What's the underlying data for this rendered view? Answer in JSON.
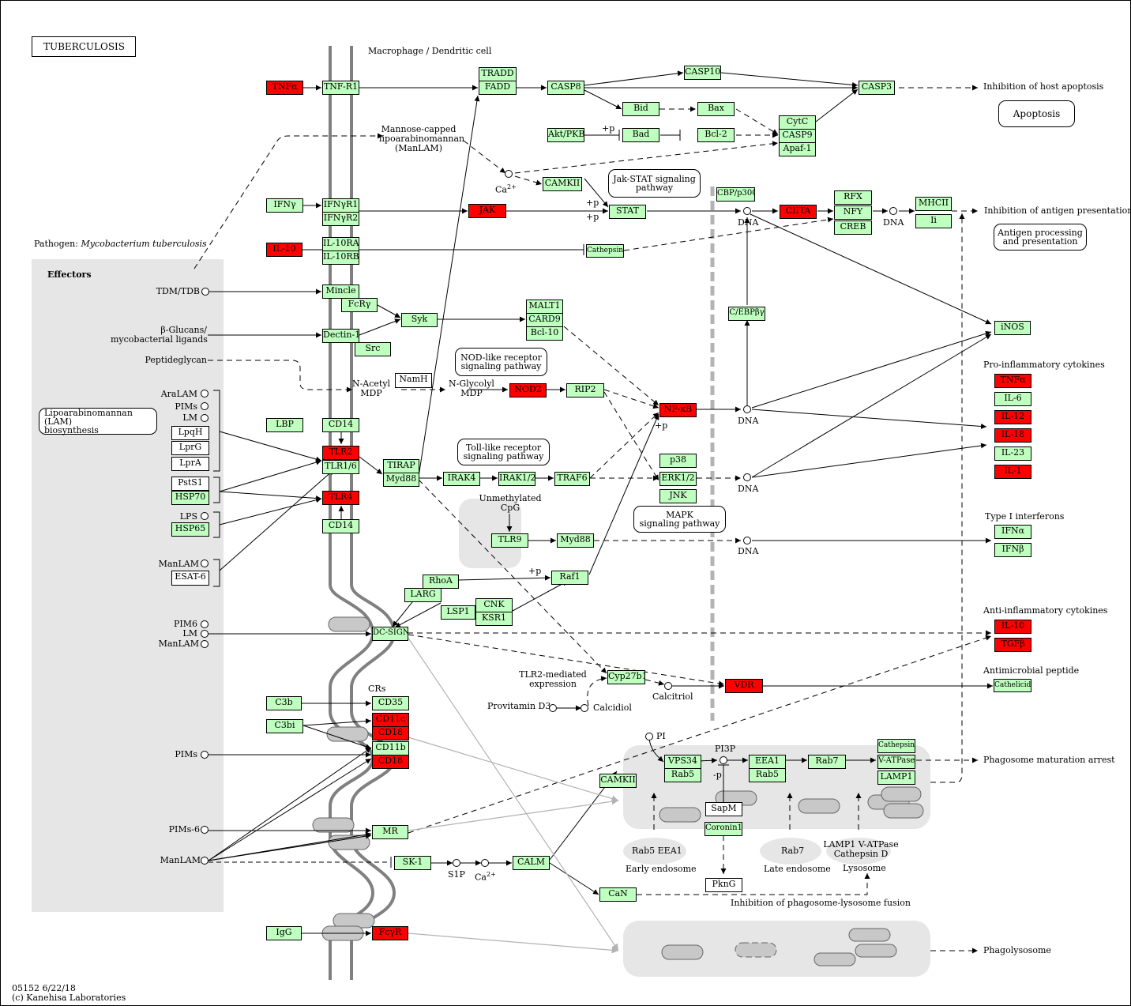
{
  "title": "TUBERCULOSIS",
  "footer": {
    "code": "05152 6/22/18",
    "copyright": "(c) Kanehisa Laboratories"
  },
  "regions": {
    "macrophage": "Macrophage / Dendritic cell",
    "pathogen_prefix": "Pathogen: ",
    "pathogen_species": "Mycobacterium tuberculosis",
    "effectors": "Effectors",
    "crs": "CRs"
  },
  "pathways": {
    "lam": [
      "Lipoarabinomannan (LAM)",
      "biosynthesis"
    ],
    "jakstat": [
      "Jak-STAT signaling",
      "pathway"
    ],
    "nod": [
      "NOD-like receptor",
      "signaling pathway"
    ],
    "tlr": [
      "Toll-like receptor",
      "signaling pathway"
    ],
    "mapk": [
      "MAPK",
      "signaling pathway"
    ],
    "apoptosis": [
      "Apoptosis"
    ],
    "antigen": [
      "Antigen processing",
      "and presentation"
    ]
  },
  "outcomes": {
    "apoptosis": "Inhibition of host apoptosis",
    "antigen": "Inhibition of antigen presentation",
    "proinflam": "Pro-inflammatory cytokines",
    "typei": "Type I interferons",
    "antiinflam": "Anti-inflammatory cytokines",
    "antimicro": "Antimicrobial peptide",
    "phagosome": "Phagosome maturation arrest",
    "fusion": "Inhibition of phagosome-lysosome fusion",
    "phagolysosome": "Phagolysosome"
  },
  "labels": {
    "manlam_c": [
      "Mannose-capped",
      "lipoarabinomannan",
      "(ManLAM)"
    ],
    "tdm": "TDM/TDB",
    "glucans": [
      "β-Glucans/",
      "mycobacterial ligands"
    ],
    "peptidoglycan": "Peptideglycan",
    "aralam": "AraLAM",
    "pims": "PIMs",
    "lm": "LM",
    "lps": "LPS",
    "manlam": "ManLAM",
    "pim6": "PIM6",
    "lm2": "LM",
    "manlam2": "ManLAM",
    "pims2": "PIMs",
    "pims6": "PIMs-6",
    "manlam3": "ManLAM",
    "nacetyl": [
      "N-Acetyl",
      "MDP"
    ],
    "nglycolyl": [
      "N-Glycolyl",
      "MDP"
    ],
    "unmeth": [
      "Unmethylated",
      "CpG"
    ],
    "tlr2exp": [
      "TLR2-mediated",
      "expression"
    ],
    "provitd3": "Provitamin D3",
    "calcidiol": "Calcidiol",
    "calcitriol": "Calcitriol",
    "pi": "PI",
    "pi3p": "PI3P",
    "minusp": "-p",
    "s1p": "S1P",
    "ca1": "Ca",
    "ca2": "Ca",
    "dna1": "DNA",
    "dna2": "DNA",
    "dna3": "DNA",
    "dna4": "DNA",
    "dna5": "DNA",
    "p1": "+p",
    "p2": "+p",
    "p3": "+p",
    "p4": "+p",
    "p5": "+p",
    "sup": "2+",
    "rab5eea1": "Rab5  EEA1",
    "rab7": "Rab7",
    "lamp1": [
      "LAMP1 V-ATPase",
      "Cathepsin D"
    ],
    "early": "Early endosome",
    "late": "Late endosome",
    "lysosome": "Lysosome"
  },
  "nodes": {
    "tnfa": "TNFα",
    "tnfr1": "TNF-R1",
    "tradd": "TRADD",
    "fadd": "FADD",
    "casp8": "CASP8",
    "casp10": "CASP10",
    "casp3": "CASP3",
    "bid": "Bid",
    "bax": "Bax",
    "cytc": "CytC",
    "casp9": "CASP9",
    "apaf1": "Apaf-1",
    "akt": "Akt/PKB",
    "bad": "Bad",
    "bcl2": "Bcl-2",
    "camkii1": "CAMKII",
    "stat": "STAT",
    "cbp": "CBP/p300",
    "ciita": "CIITA",
    "rfx": "RFX",
    "nfy": "NFY",
    "creb": "CREB",
    "mhcii": "MHCII",
    "ii": "Ii",
    "ifng": "IFNγ",
    "ifngr1": "IFNγR1",
    "ifngr2": "IFNγR2",
    "jak": "JAK",
    "il10a": "IL-10",
    "il10ra": "IL-10RA",
    "il10rb": "IL-10RB",
    "catS": "CathepsinS",
    "mincle": "Mincle",
    "fcry": "FcRγ",
    "syk": "Syk",
    "malt1": "MALT1",
    "card9": "CARD9",
    "bcl10": "Bcl-10",
    "dectin1": "Dectin-1",
    "src": "Src",
    "cebpb": "C/EBPβγ",
    "inos": "iNOS",
    "namh": "NamH",
    "nod2": "NOD2",
    "rip2": "RIP2",
    "nfkb": "NF-κB",
    "lbp": "LBP",
    "cd14a": "CD14",
    "tlr2": "TLR2",
    "tlr16": "TLR1/6",
    "tlr4": "TLR4",
    "cd14b": "CD14",
    "tirap": "TIRAP",
    "myd88": "Myd88",
    "irak4": "IRAK4",
    "irak12": "IRAK1/2",
    "traf6": "TRAF6",
    "p38": "p38",
    "erk12": "ERK1/2",
    "jnk": "JNK",
    "tlr9": "TLR9",
    "myd88b": "Myd88",
    "rhoa": "RhoA",
    "raf1": "Raf1",
    "larg": "LARG",
    "lsp1": "LSP1",
    "cnk": "CNK",
    "ksr1": "KSR1",
    "lpqh": "LpqH",
    "lprg": "LprG",
    "lpra": "LprA",
    "psts1": "PstS1",
    "hsp70": "HSP70",
    "hsp65": "HSP65",
    "esat6": "ESAT-6",
    "dcsign": "DC-SIGN",
    "c3b": "C3b",
    "c3bi": "C3bi",
    "cd35": "CD35",
    "cd11c": "CD11c",
    "cd18a": "CD18",
    "cd11b": "CD11b",
    "cd18b": "CD18",
    "cyp27b1": "Cyp27b1",
    "vdr": "VDR",
    "mr": "MR",
    "sk1": "SK-1",
    "calm": "CALM",
    "can": "CaN",
    "camkii2": "CAMKII",
    "vps34": "VPS34",
    "rab5": "Rab5",
    "eea1": "EEA1",
    "rab5b": "Rab5",
    "rab7": "Rab7",
    "catD": "CathepsinD",
    "vatp": "V-ATPase",
    "lamp1": "LAMP1",
    "sapm": "SapM",
    "coronin1": "Coronin1",
    "pkng": "PknG",
    "igg": "IgG",
    "fcgr": "FcγR",
    "o_tnfa": "TNFα",
    "o_il6": "IL-6",
    "o_il12": "IL-12",
    "o_il18": "IL-18",
    "o_il23": "IL-23",
    "o_il1": "IL-1",
    "o_ifna": "IFNα",
    "o_ifnb": "IFNβ",
    "o_il10": "IL-10",
    "o_tgfb": "TGFβ",
    "o_cath": "Cathelicidin"
  },
  "colors": {
    "highlight": "#ff0000",
    "gene": "#bfffbf",
    "membrane": "#808080",
    "panel": "#e6e6e6"
  }
}
